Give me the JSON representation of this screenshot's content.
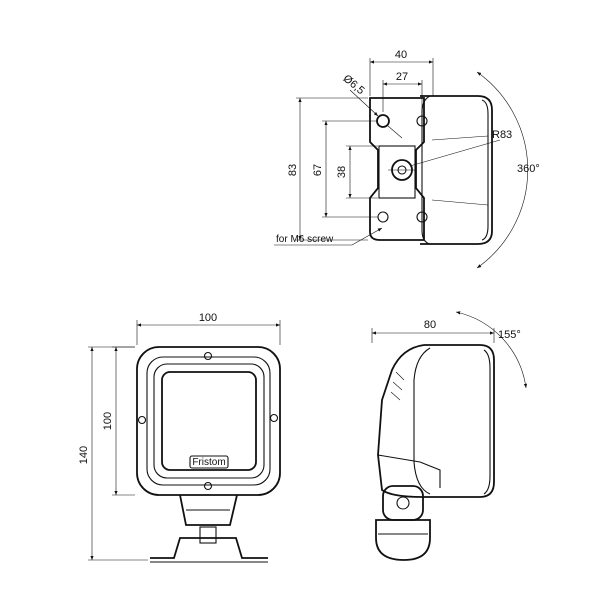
{
  "top_view": {
    "dim_width_outer": "40",
    "dim_width_inner": "27",
    "dim_hole": "Ø6,5",
    "dim_height_total": "83",
    "dim_height_mid": "67",
    "dim_height_inner": "38",
    "dim_radius": "R83",
    "rotation": "360°",
    "note_screw": "for M6 screw"
  },
  "front_view": {
    "dim_width": "100",
    "dim_height_body": "100",
    "dim_height_total": "140",
    "brand": "Fristom"
  },
  "side_view": {
    "dim_depth": "80",
    "tilt": "155°"
  }
}
